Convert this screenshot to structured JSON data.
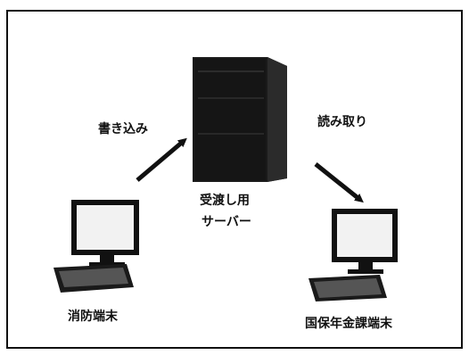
{
  "diagram": {
    "write_label": "書き込み",
    "read_label": "読み取り",
    "server_label_line1": "受渡し用",
    "server_label_line2": "サーバー",
    "left_terminal_label": "消防端末",
    "right_terminal_label": "国保年金課端末"
  },
  "colors": {
    "ink": "#111111",
    "background": "#ffffff",
    "screen": "#f2f2f2"
  },
  "icons": {
    "server": "tower-server-icon",
    "terminal": "desktop-computer-icon",
    "arrow": "arrow-icon"
  }
}
